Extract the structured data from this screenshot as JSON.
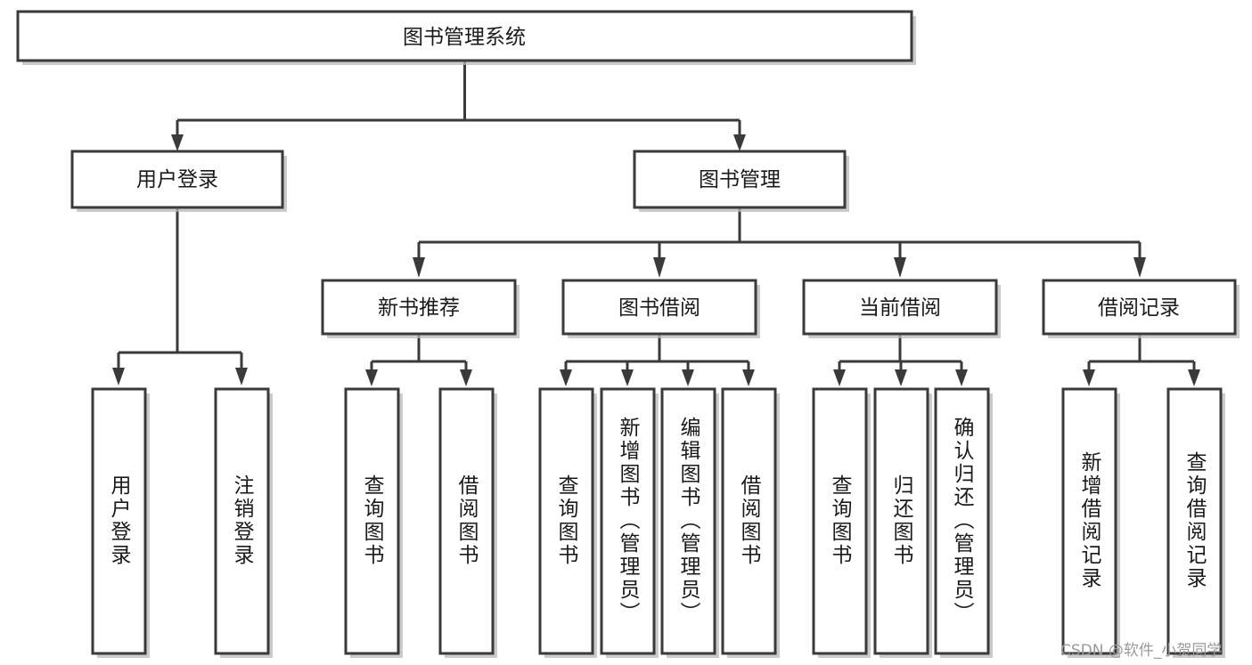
{
  "diagram": {
    "title": "图书管理系统",
    "type": "tree-hierarchy",
    "root": {
      "id": "root",
      "label": "图书管理系统"
    },
    "level2": [
      {
        "id": "user-login",
        "label": "用户登录"
      },
      {
        "id": "book-management",
        "label": "图书管理"
      }
    ],
    "level3": [
      {
        "id": "new-book-recommend",
        "label": "新书推荐",
        "parent": "book-management"
      },
      {
        "id": "book-borrow",
        "label": "图书借阅",
        "parent": "book-management"
      },
      {
        "id": "current-borrow",
        "label": "当前借阅",
        "parent": "book-management"
      },
      {
        "id": "borrow-record",
        "label": "借阅记录",
        "parent": "book-management"
      }
    ],
    "leaves": [
      {
        "id": "leaf-user-login",
        "label": "用户登录",
        "parent": "user-login"
      },
      {
        "id": "leaf-logout",
        "label": "注销登录",
        "parent": "user-login"
      },
      {
        "id": "leaf-query-book-1",
        "label": "查询图书",
        "parent": "new-book-recommend"
      },
      {
        "id": "leaf-borrow-book-1",
        "label": "借阅图书",
        "parent": "new-book-recommend"
      },
      {
        "id": "leaf-query-book-2",
        "label": "查询图书",
        "parent": "book-borrow"
      },
      {
        "id": "leaf-add-book",
        "label": "新增图书（管理员）",
        "parent": "book-borrow"
      },
      {
        "id": "leaf-edit-book",
        "label": "编辑图书（管理员）",
        "parent": "book-borrow"
      },
      {
        "id": "leaf-borrow-book-2",
        "label": "借阅图书",
        "parent": "book-borrow"
      },
      {
        "id": "leaf-query-book-3",
        "label": "查询图书",
        "parent": "current-borrow"
      },
      {
        "id": "leaf-return-book",
        "label": "归还图书",
        "parent": "current-borrow"
      },
      {
        "id": "leaf-confirm-return",
        "label": "确认归还（管理员）",
        "parent": "current-borrow"
      },
      {
        "id": "leaf-add-record",
        "label": "新增借阅记录",
        "parent": "borrow-record"
      },
      {
        "id": "leaf-query-record",
        "label": "查询借阅记录",
        "parent": "borrow-record"
      }
    ]
  },
  "watermark": {
    "text": "CSDN @软件_小贺同学"
  },
  "colors": {
    "stroke": "#3a3a3a",
    "fill": "#ffffff",
    "text": "#1a1a1a",
    "shadow": "#b9b9b9",
    "watermark": "#9a9a9a",
    "background": "#ffffff"
  }
}
